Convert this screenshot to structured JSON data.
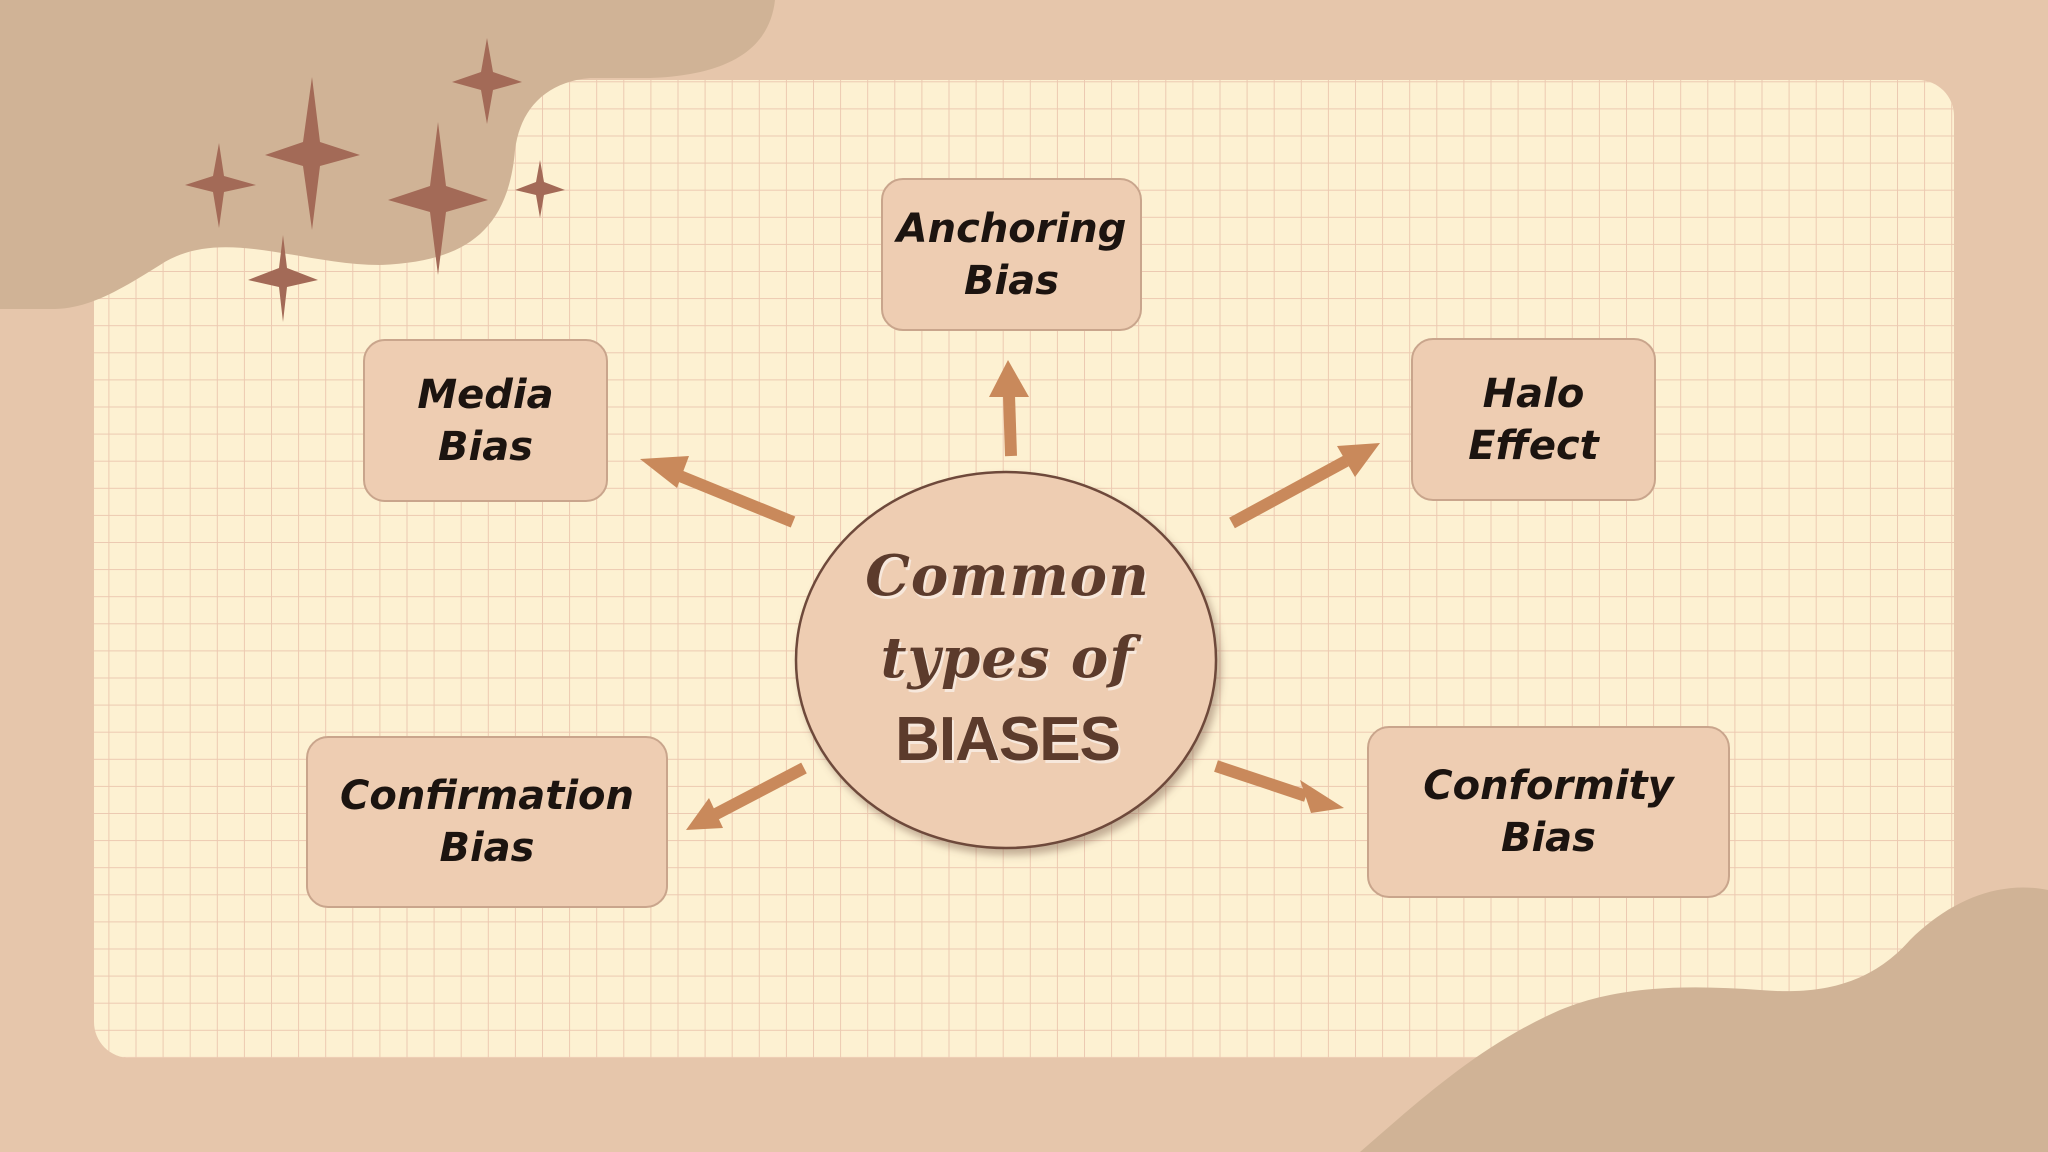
{
  "center": {
    "line1": "Common",
    "line2": "types of",
    "line3": "BIASES"
  },
  "nodes": {
    "anchoring": "Anchoring\nBias",
    "media": "Media\nBias",
    "halo": "Halo\nEffect",
    "confirmation": "Confirmation\nBias",
    "conformity": "Conformity\nBias"
  },
  "colors": {
    "page_background": "#e6c6ab",
    "grid_paper": "#fdf1d2",
    "grid_lines": "#ecc9b1",
    "corner_blob": "#d0b396",
    "node_fill": "#eecdb2",
    "arrow": "#c9895b",
    "sparkle": "#a36a57",
    "center_text": "#5c3b2c"
  }
}
